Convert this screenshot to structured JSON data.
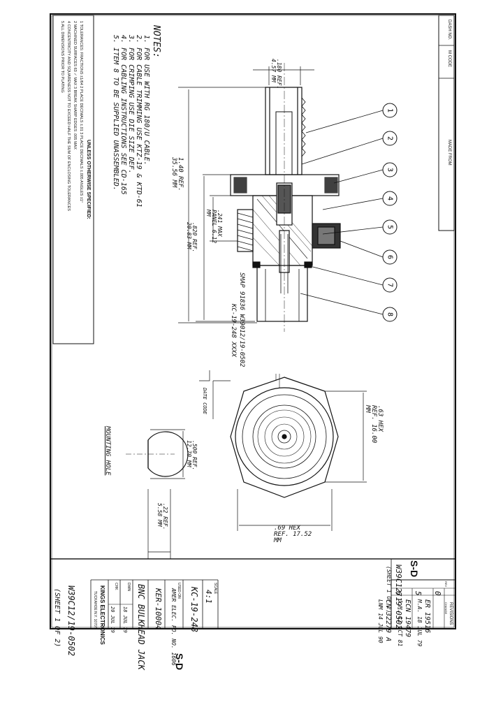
{
  "title_block": {
    "title": "BNC BULKHEAD JACK",
    "company": "KINGS ELECTRONICS",
    "company_sub": "TUCKAHOE N.Y. 10707",
    "part_number": "KC-19-248",
    "scale_label": "SCALE",
    "scale": "4:1",
    "ccn": "KER-10004",
    "dwn_label": "DWN",
    "dwn_date": "18 JUL 79",
    "chk_label": "CHK",
    "chk_date": "20 JUL 79",
    "used_on_label": "USED ON",
    "used_on": "AMER ELEC. PO. NO. 1606",
    "drawing_number": "W39C12/19-0502",
    "sheet_note": "(SHEET 1 OF 2)",
    "sd_label": "S-D"
  },
  "revisions": {
    "header": "REVISIONS",
    "col_rev": "REV",
    "col_change": "CHANGE",
    "rows": [
      {
        "rev": "0",
        "change": "ER 19516",
        "date": "M.A. 18 JUL 79"
      },
      {
        "rev": "5",
        "change": "ECN 19479",
        "date": "J.M. 12 OCT 81"
      },
      {
        "rev": "6",
        "change": "CN 32279 A",
        "date": "LNM 14 JUL 90"
      }
    ]
  },
  "dash_table": {
    "col1": "DASH NO.",
    "col2": "M CODE",
    "col3": "MADE FROM"
  },
  "notes": {
    "heading": "NOTES:",
    "items": [
      "1. FOR USE WITH RG 180/U CABLE.",
      "2. FOR CABLE TRIMMING USE KTZ-19 & KTD-61",
      "3. FOR CRIMPING USE DIE SIZE DEF.",
      "4. FOR CABLING INSTRUCTIONS SEE CD-165",
      "5. ITEM 8 TO BE SUPPLIED UNASSEMBLED."
    ]
  },
  "tolerances": {
    "heading": "UNLESS OTHERWISE SPECIFIED:",
    "lines": [
      "1 TOLERANCES: FRACTIONS ±1/64  2 PLACE DECIMALS ±.01  3 PLACE DECIMALS ±.005  ANGLES ±1°",
      "2 MACHINED SURFACES 63 ✓ MAX   3 BREAK SHARP EDGES .005 MAX",
      "4 CONCENTRICITY AND SQUARENESS NOT TO EXCEED HALF THE SUM OF ENCLOSING TOLERANCES",
      "5 ALL DIMENSIONS PRIOR TO PLATING"
    ]
  },
  "dimensions": {
    "top": ".180 REF. 4.57 MM",
    "overall": "1.40 REF. 35.56 MM",
    "panel": ".241 MAX PANEL 6.12 MM",
    "ref_820": ".820 REF. 20.83 MM",
    "hex_63": ".63 HEX REF. 16.00 MM",
    "hex_69": ".69 HEX REF. 17.52 MM",
    "mount_500": ".500 REF. 12.70 MM",
    "mount_22": ".22 REF. 5.58 MM"
  },
  "marking": {
    "line1": "SMAP 91836 W39012/19-0502",
    "line2": "KC-19-248  XXXX",
    "date_code": "DATE CODE"
  },
  "mounting_hole": "MOUNTING HOLE",
  "balloons": [
    "1",
    "2",
    "3",
    "4",
    "5",
    "6",
    "7",
    "8"
  ]
}
